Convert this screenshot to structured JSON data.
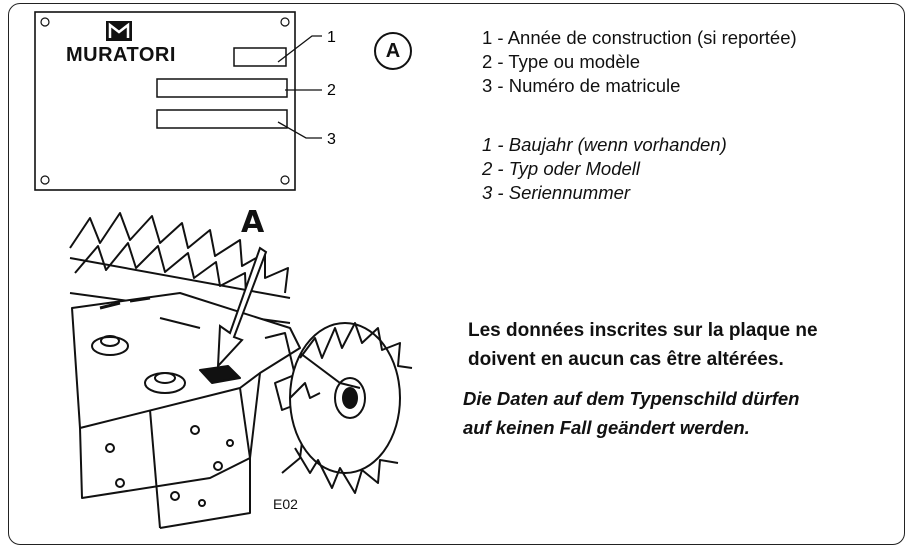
{
  "plate": {
    "brand": "MURATORI",
    "callouts": [
      "1",
      "2",
      "3"
    ]
  },
  "detail_label": "A",
  "legend_fr": [
    "1 -  Année de construction (si reportée)",
    "2 -  Type ou modèle",
    "3 -  Numéro de matricule"
  ],
  "legend_de": [
    "1 - Baujahr (wenn vorhanden)",
    "2 - Typ oder Modell",
    "3 - Seriennummer"
  ],
  "arrow_label": "A",
  "note_fr": [
    "Les données inscrites sur la plaque ne",
    "doivent en aucun cas être altérées."
  ],
  "note_de": [
    "Die Daten auf dem Typenschild dürfen",
    "auf keinen Fall geändert werden."
  ],
  "figure_code": "E02"
}
